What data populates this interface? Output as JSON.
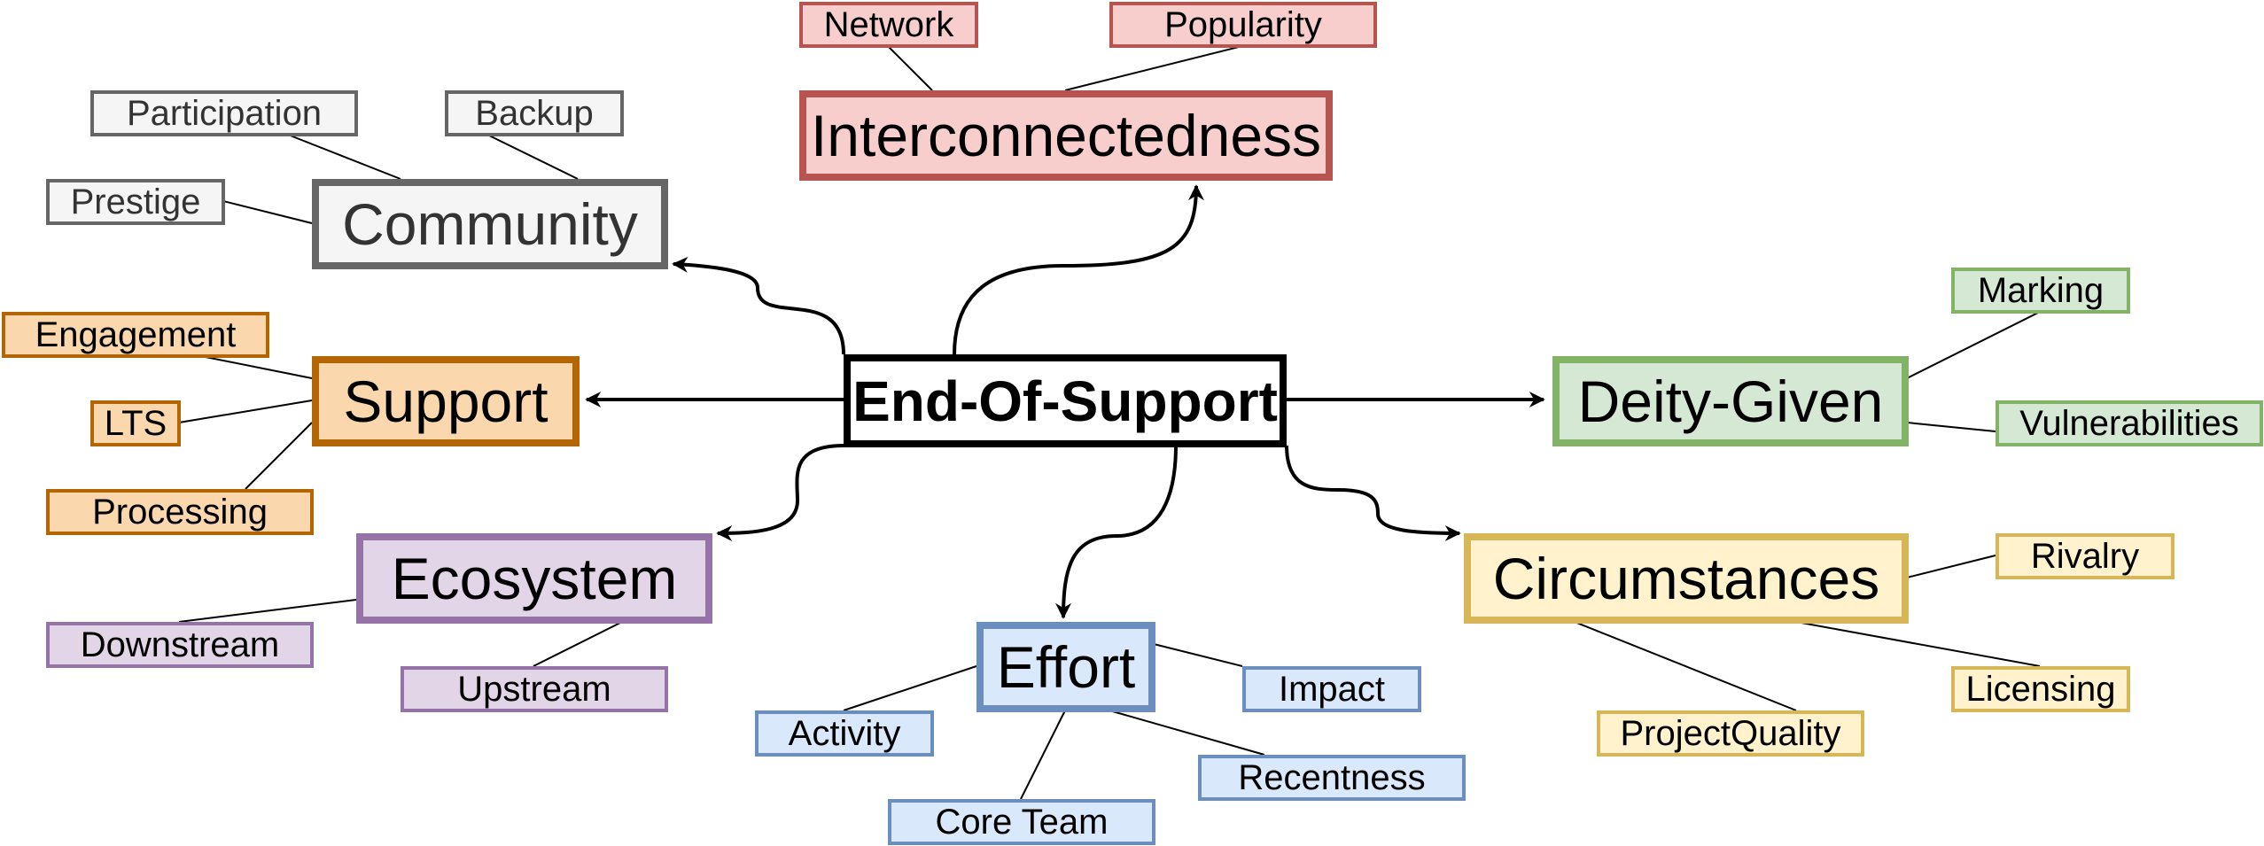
{
  "center": "End-Of-Support",
  "categories": {
    "community": {
      "label": "Community",
      "color": "gray",
      "leaves": [
        "Participation",
        "Backup",
        "Prestige"
      ]
    },
    "interconnectedness": {
      "label": "Interconnectedness",
      "color": "red",
      "leaves": [
        "Network",
        "Popularity"
      ]
    },
    "deity_given": {
      "label": "Deity-Given",
      "color": "green",
      "leaves": [
        "Marking",
        "Vulnerabilities"
      ]
    },
    "support": {
      "label": "Support",
      "color": "orange",
      "leaves": [
        "Engagement",
        "LTS",
        "Processing"
      ]
    },
    "ecosystem": {
      "label": "Ecosystem",
      "color": "purple",
      "leaves": [
        "Downstream",
        "Upstream"
      ]
    },
    "effort": {
      "label": "Effort",
      "color": "blue",
      "leaves": [
        "Impact",
        "Activity",
        "Recentness",
        "Core Team"
      ]
    },
    "circumstances": {
      "label": "Circumstances",
      "color": "yellow",
      "leaves": [
        "Rivalry",
        "Licensing",
        "ProjectQuality"
      ]
    }
  },
  "colors": {
    "gray": {
      "fill": "#f5f5f5",
      "stroke": "#666666"
    },
    "red": {
      "fill": "#f8cecc",
      "stroke": "#b85450"
    },
    "green": {
      "fill": "#d5e8d4",
      "stroke": "#82b366"
    },
    "orange": {
      "fill": "#fad7ac",
      "stroke": "#b46504"
    },
    "purple": {
      "fill": "#e1d5e7",
      "stroke": "#9673a6"
    },
    "blue": {
      "fill": "#dae8fc",
      "stroke": "#6c8ebf"
    },
    "yellow": {
      "fill": "#fff2cc",
      "stroke": "#d6b656"
    }
  }
}
